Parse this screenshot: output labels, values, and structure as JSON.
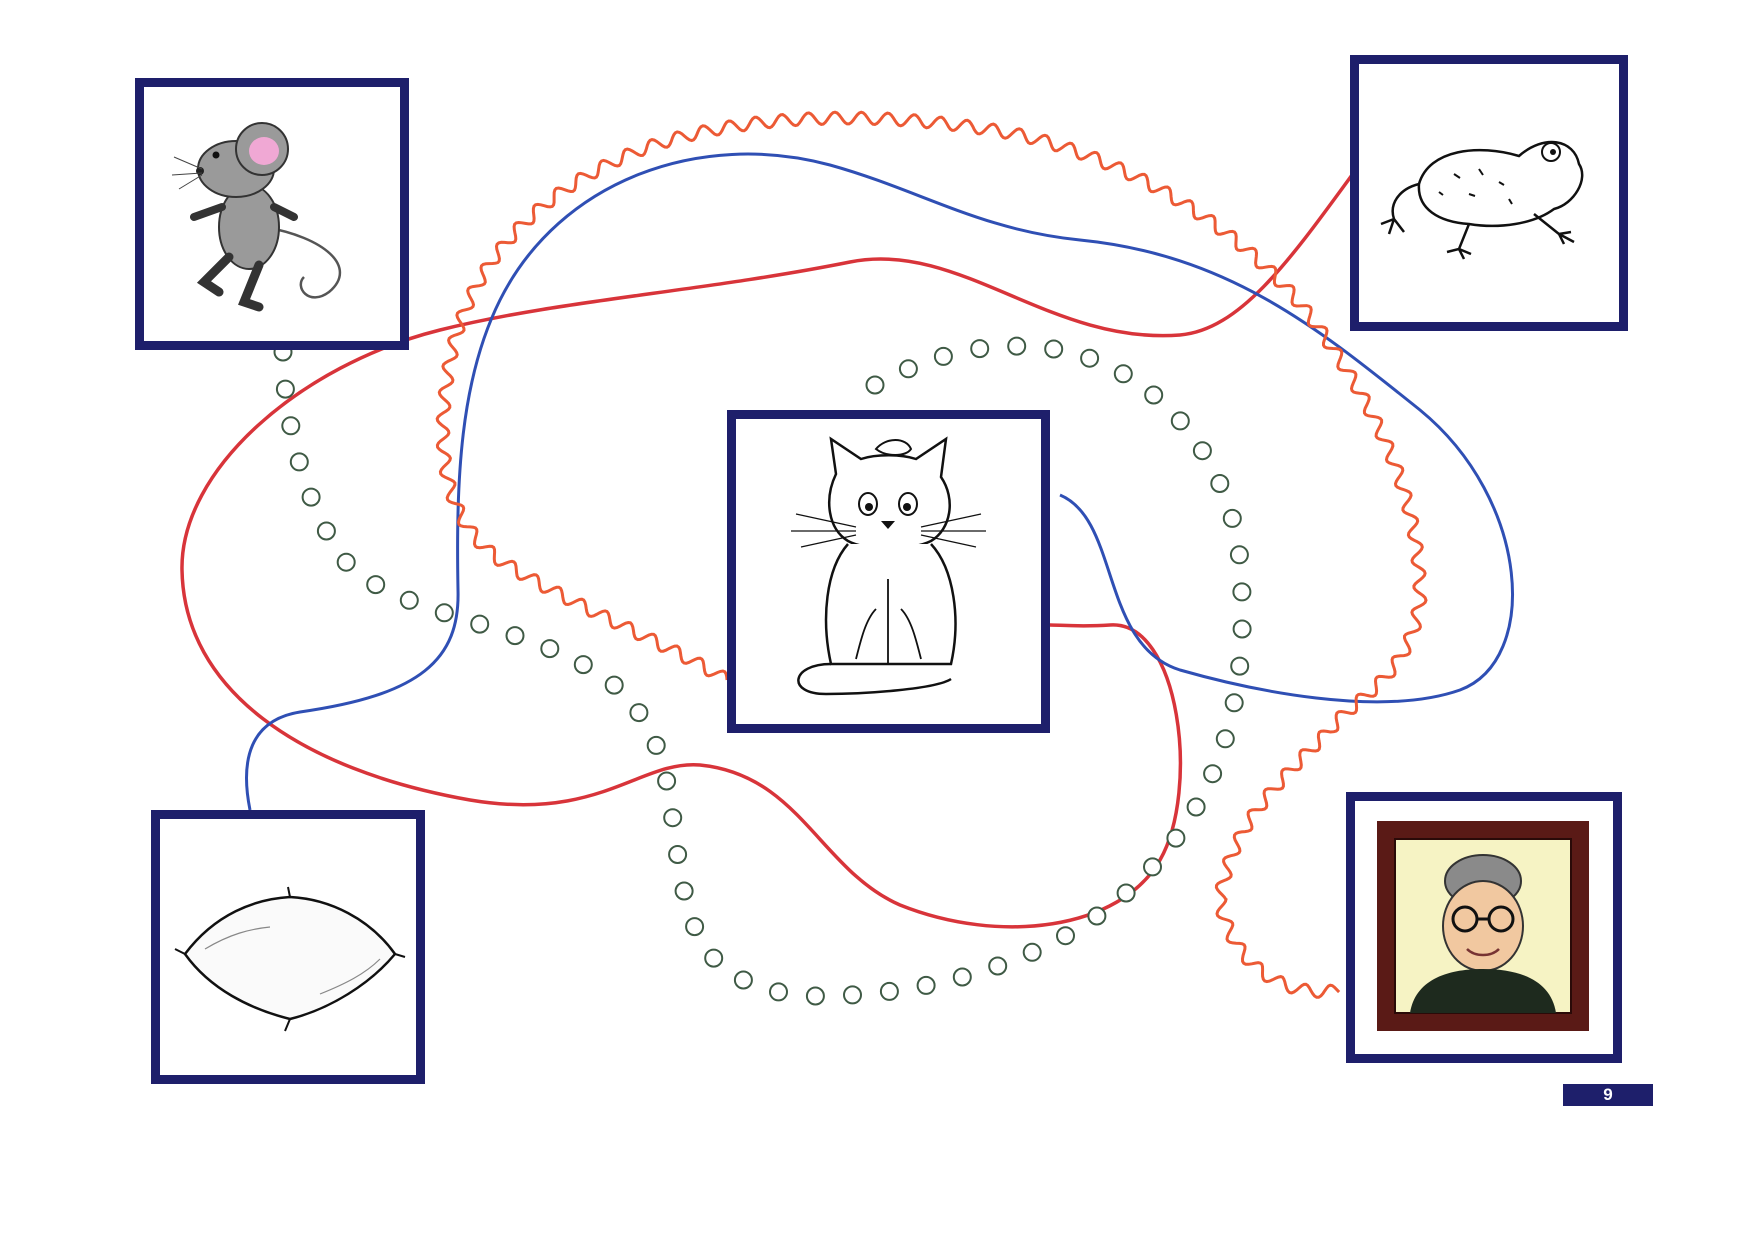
{
  "worksheet": {
    "page_number": "9",
    "colors": {
      "frame": "#1e1f6b",
      "red_line": "#d8343a",
      "blue_line": "#2f4fb4",
      "orange_wavy_line": "#ec5a35",
      "dotted_path": "#3f5a45"
    },
    "cards": [
      {
        "id": "mouse",
        "icon": "mouse-icon"
      },
      {
        "id": "frog",
        "icon": "frog-icon"
      },
      {
        "id": "cat",
        "icon": "cat-icon"
      },
      {
        "id": "pillow",
        "icon": "pillow-icon"
      },
      {
        "id": "grandmother-portrait",
        "icon": "grandmother-portrait-icon"
      }
    ]
  }
}
